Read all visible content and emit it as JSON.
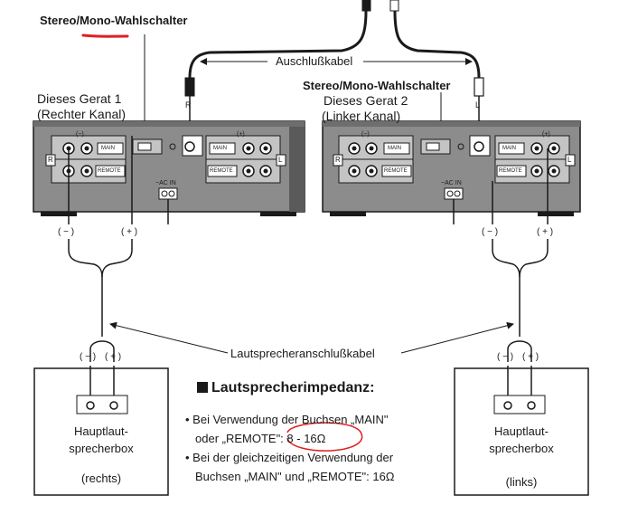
{
  "labels": {
    "switch_top": "Stereo/Mono-Wahlschalter",
    "switch_mid": "Stereo/Mono-Wahlschalter",
    "cable": "Auschlußkabel",
    "unit1_line1": "Dieses Gerat 1",
    "unit1_line2": "(Rechter Kanal)",
    "unit2_line1": "Dieses Gerat 2",
    "unit2_line2": "(Linker Kanal)",
    "speaker_cable": "Lautsprecheranschlußkabel",
    "plug_r": "R",
    "plug_l": "L"
  },
  "panel": {
    "minus": "(−)",
    "plus": "(+)",
    "main": "MAIN",
    "remote": "REMOTE",
    "ac_in_tilde": "~AC IN",
    "r_mark": "R",
    "l_mark": "L",
    "jack_r": "R◎",
    "jack_l": "◎L"
  },
  "terminals": {
    "minus": "( − )",
    "plus": "( + )"
  },
  "speakers": {
    "left_box": {
      "line1": "Hauptlaut-",
      "line2": "sprecherbox",
      "position": "(rechts)"
    },
    "right_box": {
      "line1": "Hauptlaut-",
      "line2": "sprecherbox",
      "position": "(links)"
    },
    "terminal_minus": "( − )",
    "terminal_plus": "( + )"
  },
  "impedance": {
    "heading": "Lautsprecherimpedanz:",
    "bullet1_line1": "• Bei Verwendung der Buchsen „MAIN\"",
    "bullet1_line2": "oder „REMOTE\": 8 - 16Ω",
    "bullet2_line1": "• Bei der gleichzeitigen Verwendung der",
    "bullet2_line2": "Buchsen „MAIN\" und „REMOTE\": 16Ω"
  },
  "colors": {
    "ink": "#1a1a1a",
    "panel_fill": "#8f8f8f",
    "panel_face": "#b9b9b9",
    "annotation_red": "#e02020"
  }
}
